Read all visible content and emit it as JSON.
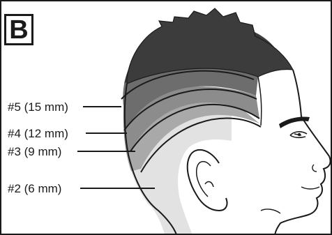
{
  "panel": {
    "letter": "B"
  },
  "guards": [
    {
      "label": "#5 (15 mm)",
      "shade": "#6d6d6d"
    },
    {
      "label": "#4 (12 mm)",
      "shade": "#8c8c8c"
    },
    {
      "label": "#3 (9 mm)",
      "shade": "#a9a9a9"
    },
    {
      "label": "#2 (6 mm)",
      "shade": "#e2e2e2"
    }
  ],
  "colors": {
    "outline": "#1a1a1a",
    "top_hair": "#3c3c3c",
    "skin": "#ffffff",
    "frame": "#1a1a1a"
  }
}
